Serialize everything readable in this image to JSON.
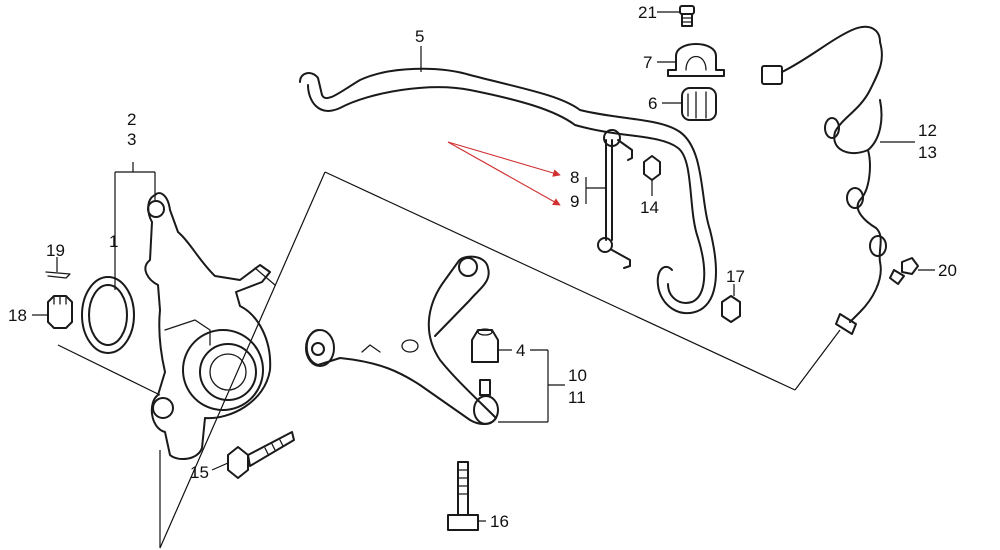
{
  "colors": {
    "ink": "#1a1a1a",
    "highlight_arrow": "#d03030",
    "background": "#ffffff"
  },
  "callouts": {
    "c1": "1",
    "c2": "2",
    "c3": "3",
    "c4": "4",
    "c5": "5",
    "c6": "6",
    "c7": "7",
    "c8": "8",
    "c9": "9",
    "c10": "10",
    "c11": "11",
    "c12": "12",
    "c13": "13",
    "c14": "14",
    "c15": "15",
    "c16": "16",
    "c17": "17",
    "c18": "18",
    "c19": "19",
    "c20": "20",
    "c21": "21"
  }
}
